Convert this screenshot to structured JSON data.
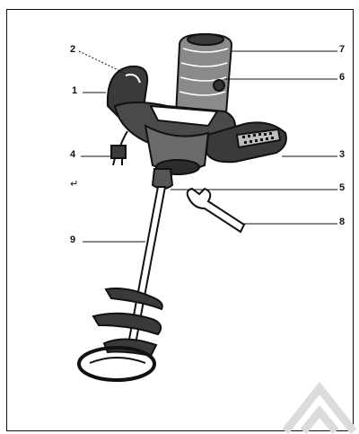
{
  "diagram": {
    "callouts": [
      {
        "id": "1",
        "text": "1"
      },
      {
        "id": "2",
        "text": "2"
      },
      {
        "id": "3",
        "text": "3"
      },
      {
        "id": "4",
        "text": "4"
      },
      {
        "id": "5",
        "text": "5"
      },
      {
        "id": "6",
        "text": "6"
      },
      {
        "id": "7",
        "text": "7"
      },
      {
        "id": "8",
        "text": "8"
      },
      {
        "id": "9",
        "text": "9"
      }
    ],
    "return_mark": "↵",
    "colors": {
      "line": "#111111",
      "grey": "#555555",
      "light": "#dddddd",
      "watermark": "#dcdcdc"
    }
  }
}
